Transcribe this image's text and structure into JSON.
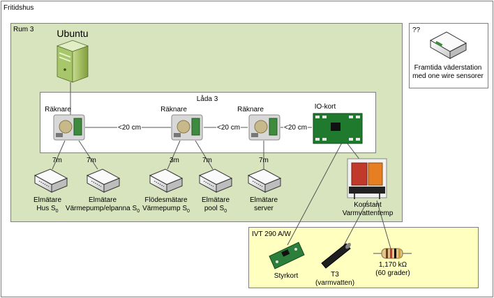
{
  "labels": {
    "house": "Fritidshus",
    "room": "Rum 3",
    "server": "Ubuntu",
    "box": "Låda 3",
    "counter1": "Räknare",
    "counter2": "Räknare",
    "counter3": "Räknare",
    "io": "IO-kort",
    "dist1": "<20 cm",
    "dist2": "<20 cm",
    "dist3": "<20 cm",
    "len1": "7m",
    "len2": "7m",
    "len3": "3m",
    "len4": "7m",
    "len5": "7m",
    "m1a": "Elmätare",
    "m1b": "Hus S",
    "m2a": "Elmätare",
    "m2b": "Värmepump/elpanna S",
    "m3a": "Flödesmätare",
    "m3b": "Värmepump S",
    "m4a": "Elmätare",
    "m4b": "pool S",
    "m5a": "Elmätare",
    "m5b": "server",
    "sub0": "0",
    "relay_a": "Konstant",
    "relay_b": "Varmvattentemp",
    "ivt": "IVT 290 A/W",
    "styrkort": "Styrkort",
    "t3a": "T3",
    "t3b": "(varmvatten)",
    "res_a": "1,170 kΩ",
    "res_b": "(60 grader)",
    "future_q": "??",
    "future_a": "Framtida väderstation",
    "future_b": "med one wire sensorer"
  },
  "colors": {
    "room_bg": "#d7e4bd",
    "ivt_bg": "#ffffc0",
    "border": "#7f7f7f",
    "server_green": "#9bbb59"
  }
}
